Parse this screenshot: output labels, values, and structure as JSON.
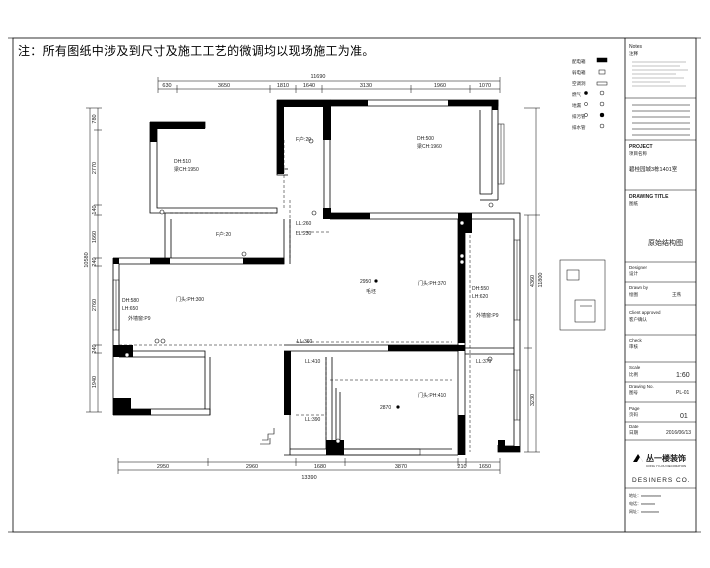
{
  "note": "注：所有图纸中涉及到尺寸及施工工艺的微调均以现场施工为准。",
  "dims": {
    "top_total": "11690",
    "top": [
      "630",
      "3650",
      "1810",
      "1640",
      "3130",
      "1960",
      "1070"
    ],
    "bottom_total": "13390",
    "bottom": [
      "2950",
      "2960",
      "1680",
      "3870",
      "210",
      "1650"
    ],
    "left_total": "10580",
    "left": [
      "780",
      "2770",
      "140",
      "1660",
      "240",
      "2760",
      "240",
      "1940"
    ],
    "right_total": "11800",
    "right": [
      "4360",
      "3230"
    ]
  },
  "rooms": {
    "r1": [
      "DH:510",
      "梁CH:1950"
    ],
    "r2": "F户:20",
    "r3": [
      "DH:500",
      "梁CH:1960"
    ],
    "r4": "F户:20",
    "r5": [
      "LL:260",
      "LL:230"
    ],
    "r6": [
      "2950",
      "毛坯"
    ],
    "r7": "门头:PH:370",
    "r8": [
      "DH:550",
      "LH:620"
    ],
    "r9": [
      "DH:580",
      "LH:650",
      "门头:PH:300",
      "外墙窗:P9"
    ],
    "r10": "外墙窗:P9",
    "r11": [
      "LL:360",
      "LL:410",
      "LL:390",
      "LL:370"
    ],
    "r12": [
      "2870",
      "门头:PH:410"
    ]
  },
  "legend": {
    "items": [
      "配电箱",
      "弱电箱",
      "空调洞",
      "燃气",
      "地漏",
      "排污管",
      "排水管"
    ]
  },
  "titleblock": {
    "notes_heading": "Notes",
    "notes_sub": "注释",
    "project_heading": "PROJECT",
    "project_sub": "项目名称",
    "project_name": "碧桂园城3栋1401室",
    "drawing_title_heading": "DRAWING TITLE",
    "drawing_title_sub": "图纸",
    "drawing_title": "原始结构图",
    "designer_heading": "Designer",
    "designer_sub": "设计",
    "drawn_heading": "Drawn by",
    "drawn_sub": "绘图",
    "drawn_value": "王燕",
    "approved_heading": "Client approved",
    "approved_sub": "客户确认",
    "check_heading": "Check",
    "check_sub": "审核",
    "scale_heading": "Scale",
    "scale_sub": "比例",
    "scale_value": "1:60",
    "drawing_no_heading": "Drawing No.",
    "drawing_no_sub": "图号",
    "drawing_no_value": "PL-01",
    "page_heading": "Page",
    "page_sub": "页码",
    "page_value": "01",
    "date_heading": "Date",
    "date_sub": "日期",
    "date_value": "2016/06/13",
    "company_cn": "丛一楼装饰",
    "company_sub": "CONG YI LOU DECORATION",
    "company_en": "DESINERS  CO.",
    "addr1": "地址：xxxxxxxxxx",
    "addr2": "电话：xxxxxxx",
    "addr3": "网址：xxxxxxxxx"
  }
}
